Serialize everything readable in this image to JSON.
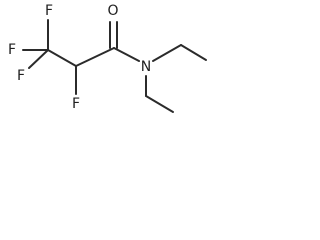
{
  "molecule": {
    "atoms": {
      "f_top": "F",
      "f_left": "F",
      "f_bottom_left": "F",
      "f_alpha": "F",
      "o": "O",
      "n": "N"
    }
  }
}
